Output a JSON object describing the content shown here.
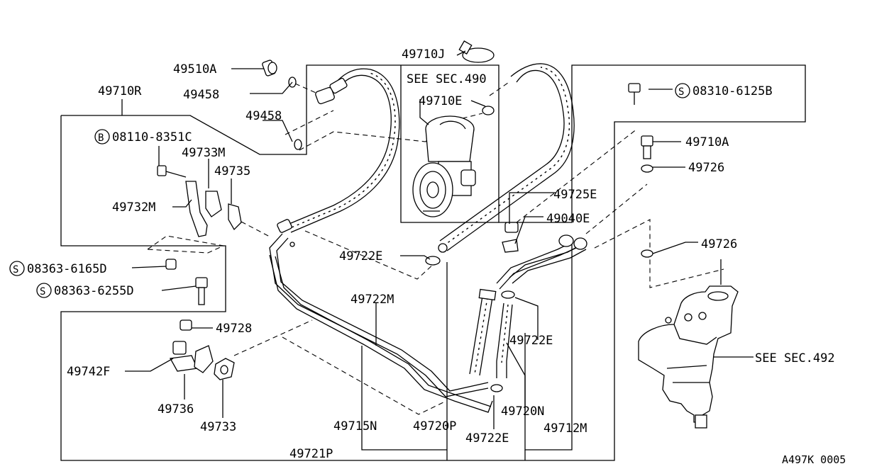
{
  "labels": {
    "l49510A": "49510A",
    "l49458a": "49458",
    "l49458b": "49458",
    "l49710R": "49710R",
    "l08110": "08110-8351C",
    "l49733M": "49733M",
    "l49735": "49735",
    "l49732M": "49732M",
    "l08363_6165": "08363-6165D",
    "l08363_6255": "08363-6255D",
    "l49728": "49728",
    "l49742F": "49742F",
    "l49736": "49736",
    "l49733": "49733",
    "l49710J": "49710J",
    "lSeeSec490": "SEE SEC.490",
    "l49710E": "49710E",
    "l49722E_a": "49722E",
    "l49722M": "49722M",
    "l49715N": "49715N",
    "l49720P": "49720P",
    "l49722E_b": "49722E",
    "l49721P": "49721P",
    "l49725E": "49725E",
    "l49040E": "49040E",
    "l49722E_c": "49722E",
    "l49720N": "49720N",
    "l49712M": "49712M",
    "l08310": "08310-6125B",
    "l49710A": "49710A",
    "l49726a": "49726",
    "l49726b": "49726",
    "lSeeSec492": "SEE SEC.492",
    "figCode": "A497K 0005"
  },
  "symbols": {
    "b": "B",
    "s": "S"
  }
}
